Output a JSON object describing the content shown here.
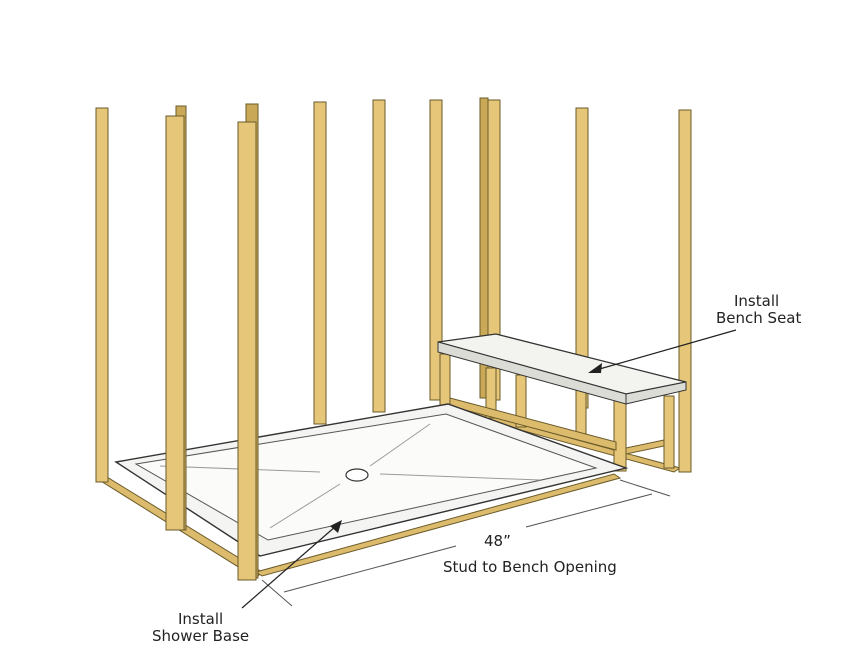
{
  "labels": {
    "bench_line1": "Install",
    "bench_line2": "Bench Seat",
    "base_line1": "Install",
    "base_line2": "Shower Base",
    "dimension_value": "48”",
    "dimension_caption": "Stud to Bench Opening"
  },
  "colors": {
    "lumber": "#e6c77a",
    "lumber_shadow": "#c9a957",
    "outline": "#6b5a2a",
    "fixture": "#f4f4f2"
  }
}
